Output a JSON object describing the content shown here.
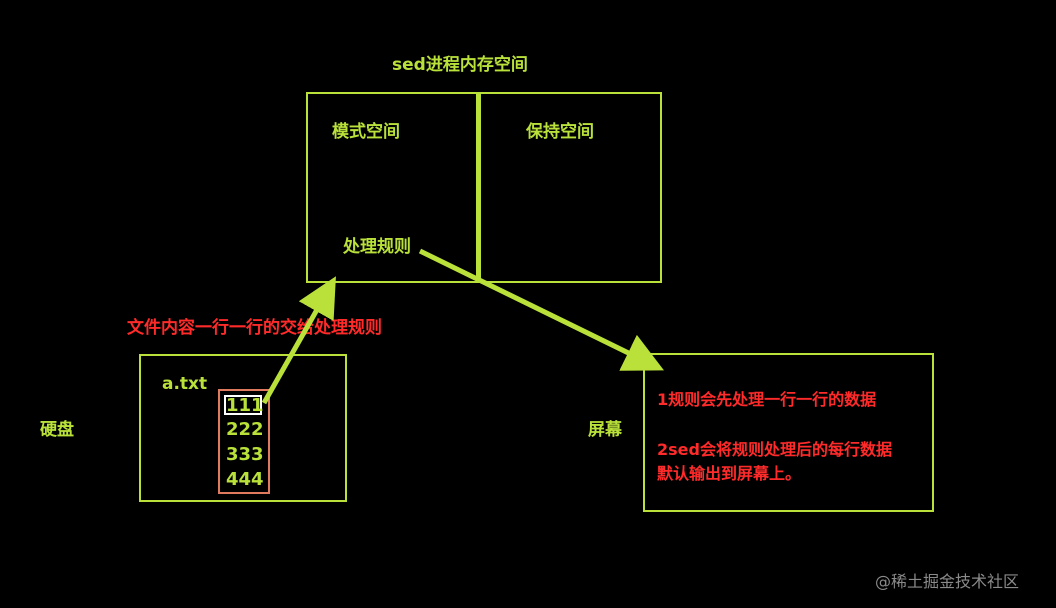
{
  "title": "sed进程内存空间",
  "pattern_space": {
    "label": "模式空间",
    "rule_label": "处理规则"
  },
  "hold_space": {
    "label": "保持空间"
  },
  "transfer_label": "文件内容一行一行的交给处理规则",
  "disk": {
    "label": "硬盘",
    "file_name": "a.txt",
    "lines": [
      "111",
      "222",
      "333",
      "444"
    ]
  },
  "screen": {
    "label": "屏幕",
    "note1": "1规则会先处理一行一行的数据",
    "note2_line1": "2sed会将规则处理后的每行数据",
    "note2_line2": "默认输出到屏幕上。"
  },
  "watermark": "@稀土掘金技术社区",
  "colors": {
    "accent": "#b9e13a",
    "text_red": "#ff2a2a",
    "file_border": "#e07a5f",
    "highlight": "#ffffff"
  }
}
